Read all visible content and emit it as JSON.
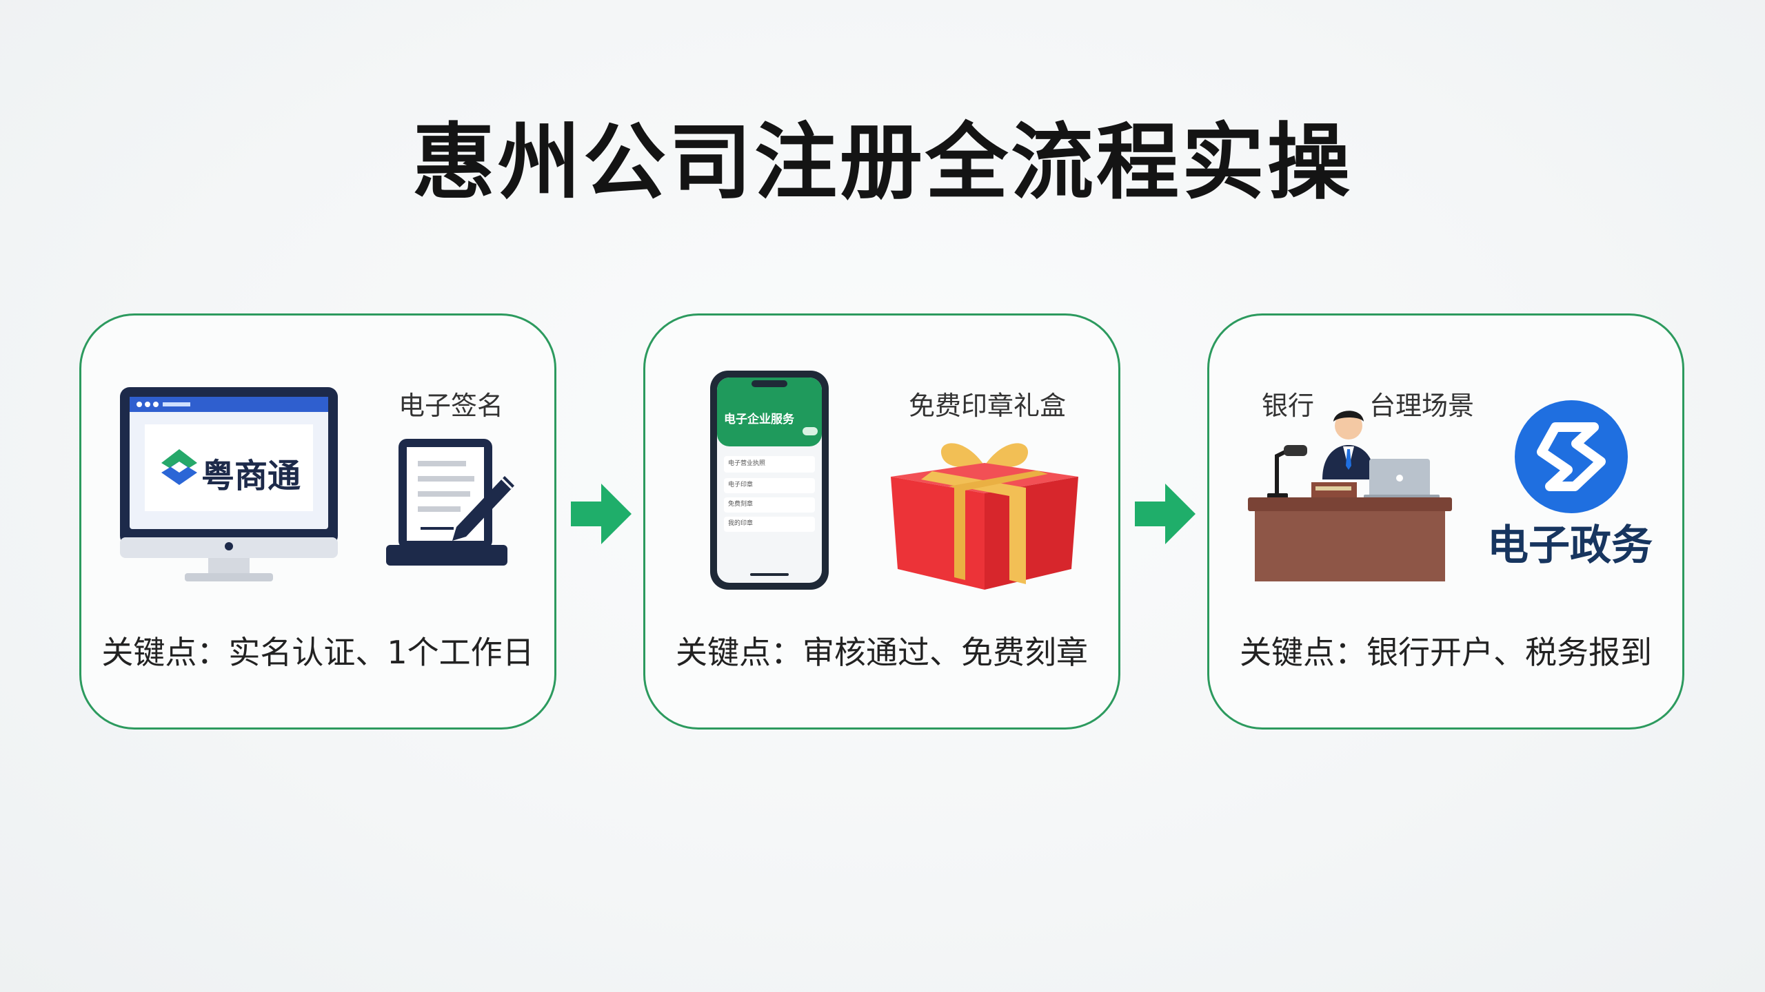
{
  "title": "惠州公司注册全流程实操",
  "steps": [
    {
      "monitor_app_name": "粤商通",
      "side_label": "电子签名",
      "keypoint": "关键点：实名认证、1个工作日"
    },
    {
      "phone_header": "电子企业服务",
      "phone_menu": [
        "电子营业执照",
        "电子印章",
        "免费刻章",
        "我的印章"
      ],
      "side_label": "免费印章礼盒",
      "keypoint": "关键点：审核通过、免费刻章"
    },
    {
      "bank_label": "银行",
      "scene_label": "台理场景",
      "gov_label": "电子政务",
      "keypoint": "关键点：银行开户、税务报到"
    }
  ],
  "colors": {
    "accent_green": "#2c9a5e",
    "arrow_green": "#1fae6a",
    "monitor_frame": "#1d2a4a",
    "gift_red": "#ec3338",
    "ribbon_gold": "#f2bf55",
    "gov_blue": "#1f6fe0"
  }
}
